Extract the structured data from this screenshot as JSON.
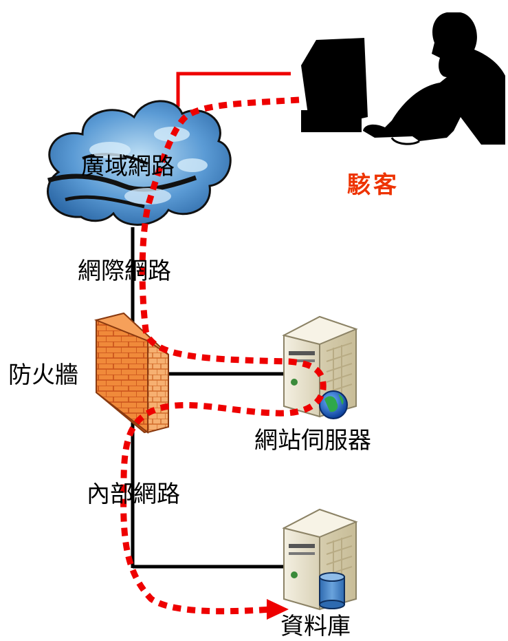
{
  "labels": {
    "wan": "廣域網路",
    "hacker": "駭客",
    "internet": "網際網路",
    "firewall": "防火牆",
    "web_server": "網站伺服器",
    "internal_network": "內部網路",
    "database": "資料庫"
  },
  "colors": {
    "attack_path": "#ee0000",
    "hacker_label": "#ee3300",
    "link_line": "#000000",
    "cloud": "#3d7cc0",
    "firewall": "#f07a2a",
    "server": "#e8e2cc"
  }
}
